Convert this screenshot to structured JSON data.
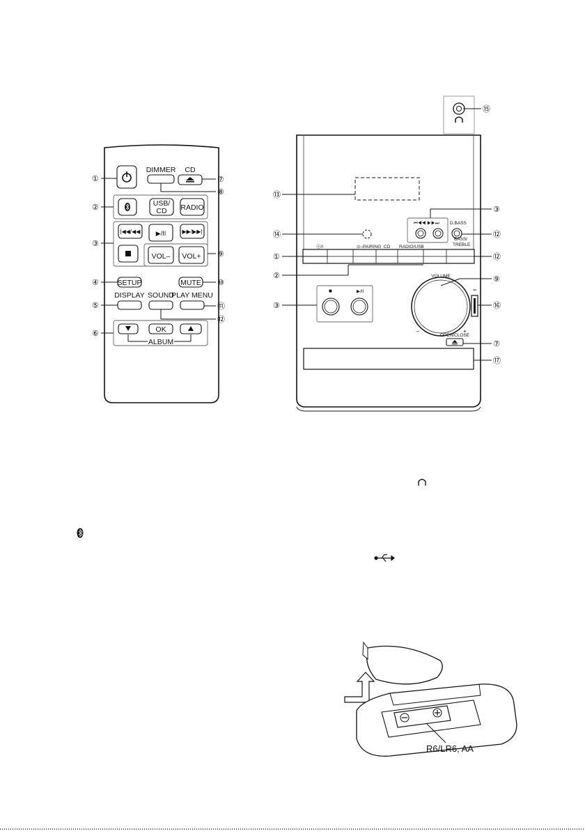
{
  "remote": {
    "dimmer": "DIMMER",
    "cd": "CD",
    "usb_cd_1": "USB/",
    "usb_cd_2": "CD",
    "radio": "RADIO",
    "vol_minus": "VOL–",
    "vol_plus": "VOL+",
    "setup": "SETUP",
    "mute": "MUTE",
    "display": "DISPLAY",
    "sound": "SOUND",
    "play_menu": "PLAY MENU",
    "ok": "OK",
    "album": "ALBUM"
  },
  "unit": {
    "power": "ⓞ/I",
    "pairing": "⊙–PAIRING",
    "cd": "CD",
    "radio_usb": "RADIO/USB",
    "bass_treble_1": "BASS/",
    "bass_treble_2": "TREBLE",
    "dbass": "D.BASS",
    "skip": "⏮◀◀  ▶▶⏭",
    "volume": "VOLUME",
    "vol_minus": "–",
    "vol_plus": "+",
    "open_close": "OPEN/CLOSE"
  },
  "callouts": {
    "r1": "①",
    "r2": "②",
    "r3": "③",
    "r4": "④",
    "r5": "⑤",
    "r6": "⑥",
    "r7": "⑦",
    "r8": "⑧",
    "r9": "⑨",
    "r10": "⑩",
    "r11": "⑪",
    "r12": "⑫",
    "u1": "①",
    "u2": "②",
    "u3a": "③",
    "u3b": "③",
    "u7": "⑦",
    "u9": "⑨",
    "u12a": "⑫",
    "u12b": "⑫",
    "u13": "⑬",
    "u14": "⑭",
    "u15": "⑮",
    "u16": "⑯",
    "u17": "⑰"
  },
  "battery": {
    "label": "R6/LR6, AA"
  },
  "icons": {
    "bluetooth": "bluetooth-icon",
    "headphones": "headphones-icon",
    "usb": "usb-icon"
  }
}
